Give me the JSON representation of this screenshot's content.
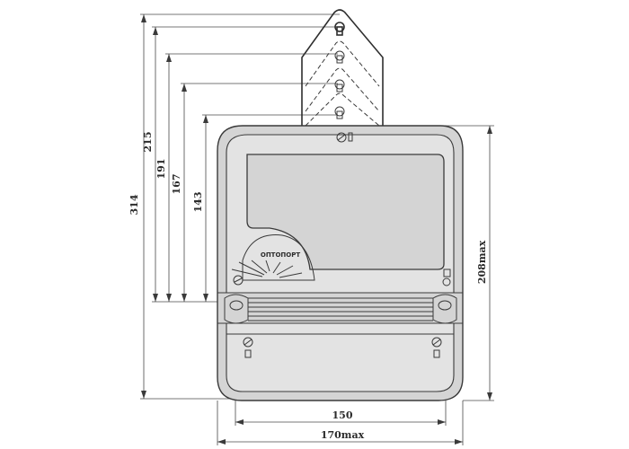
{
  "diagram": {
    "dimensions": {
      "overall_height": "314",
      "height_1": "215",
      "height_2": "191",
      "height_3": "167",
      "height_4": "143",
      "body_height": "208max",
      "mount_width": "150",
      "overall_width": "170max"
    },
    "labels": {
      "optoport": "ОПТОПОРТ"
    },
    "colors": {
      "body": "#d4d4d4",
      "panel": "#e3e3e3",
      "line": "#3a3a3a"
    }
  }
}
